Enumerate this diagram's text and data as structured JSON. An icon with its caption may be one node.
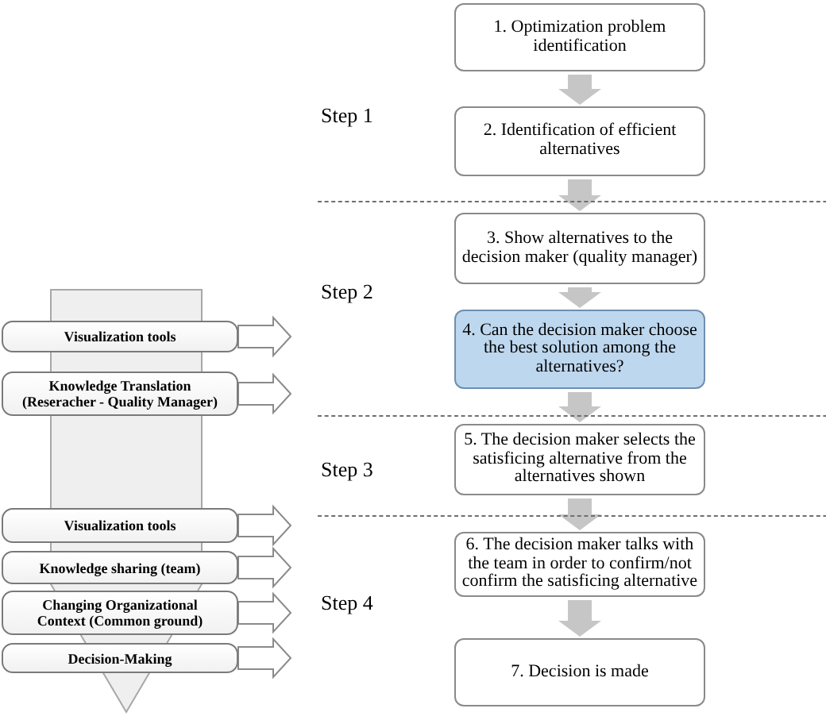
{
  "diagram": {
    "nodes": [
      {
        "text": [
          "1. Optimization problem identification"
        ]
      },
      {
        "text": [
          "2. Identification of efficient alternatives"
        ]
      },
      {
        "text": [
          "3. Show alternatives to the decision maker (quality manager)"
        ]
      },
      {
        "text": [
          "4. Can the decision maker choose the best solution among the alternatives?"
        ]
      },
      {
        "text": [
          "5. The decision maker selects the satisficing alternative from the alternatives shown"
        ]
      },
      {
        "text": [
          "6. The decision maker talks with the team in order to confirm/not confirm the satisficing alternative"
        ]
      },
      {
        "text": [
          "7. Decision is made"
        ]
      },
      {
        "text": [],
        "shape": "arrow"
      },
      {
        "text": [
          "Visualization tools"
        ]
      },
      {
        "text": [
          "Knowledge Translation (Reseracher - Quality Manager)"
        ]
      },
      {
        "text": [
          "Visualization tools"
        ]
      },
      {
        "text": [
          "Knowledge sharing (team)"
        ]
      },
      {
        "text": [
          "Changing Organizational Context (Common ground)"
        ]
      },
      {
        "text": [
          "Decision-Making"
        ]
      }
    ],
    "edges": [
      {
        "from": 0,
        "to": 1,
        "arrow": "to"
      },
      {
        "from": 1,
        "to": 2,
        "arrow": "to"
      },
      {
        "from": 2,
        "to": 3,
        "arrow": "to"
      },
      {
        "from": 3,
        "to": 4,
        "arrow": "to"
      },
      {
        "from": 4,
        "to": 5,
        "arrow": "to"
      },
      {
        "from": 5,
        "to": 6,
        "arrow": "to"
      },
      {
        "from": 8,
        "to": null,
        "arrow": "to"
      },
      {
        "from": 9,
        "to": null,
        "arrow": "to"
      },
      {
        "from": 10,
        "to": null,
        "arrow": "to"
      },
      {
        "from": 11,
        "to": null,
        "arrow": "to"
      },
      {
        "from": 12,
        "to": null,
        "arrow": "to"
      },
      {
        "from": 13,
        "to": null,
        "arrow": "to"
      }
    ],
    "labels": [
      "Step 1",
      "Step 2",
      "Step 3",
      "Step 4"
    ]
  }
}
